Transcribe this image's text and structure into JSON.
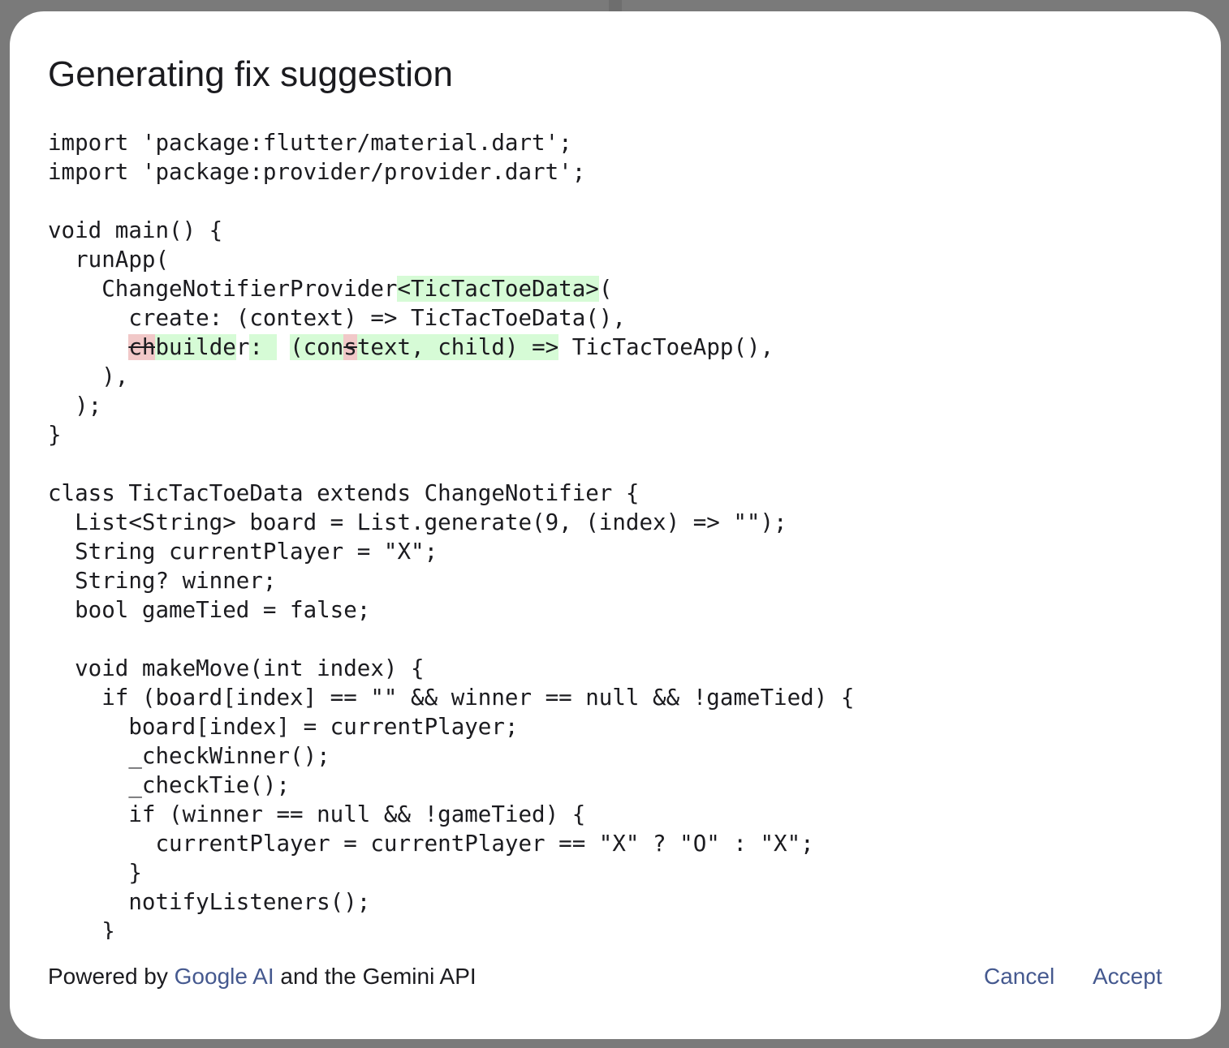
{
  "dialog": {
    "title": "Generating fix suggestion",
    "code_lines": [
      [
        {
          "t": "import 'package:flutter/material.dart';"
        }
      ],
      [
        {
          "t": "import 'package:provider/provider.dart';"
        }
      ],
      [
        {
          "t": ""
        }
      ],
      [
        {
          "t": "void main() {"
        }
      ],
      [
        {
          "t": "  runApp("
        }
      ],
      [
        {
          "t": "    ChangeNotifierProvider"
        },
        {
          "t": "<TicTacToeData>",
          "k": "ins"
        },
        {
          "t": "("
        }
      ],
      [
        {
          "t": "      create: (context) => TicTacToeData(),"
        }
      ],
      [
        {
          "t": "      "
        },
        {
          "t": "ch",
          "k": "del"
        },
        {
          "t": "builde",
          "k": "ins"
        },
        {
          "t": "r"
        },
        {
          "t": ": ",
          "k": "ins"
        },
        {
          "t": " "
        },
        {
          "t": "(con",
          "k": "ins"
        },
        {
          "t": "s",
          "k": "del"
        },
        {
          "t": "text, child) =>",
          "k": "ins"
        },
        {
          "t": " TicTacToeApp(),"
        }
      ],
      [
        {
          "t": "    ),"
        }
      ],
      [
        {
          "t": "  );"
        }
      ],
      [
        {
          "t": "}"
        }
      ],
      [
        {
          "t": ""
        }
      ],
      [
        {
          "t": "class TicTacToeData extends ChangeNotifier {"
        }
      ],
      [
        {
          "t": "  List<String> board = List.generate(9, (index) => \"\");"
        }
      ],
      [
        {
          "t": "  String currentPlayer = \"X\";"
        }
      ],
      [
        {
          "t": "  String? winner;"
        }
      ],
      [
        {
          "t": "  bool gameTied = false;"
        }
      ],
      [
        {
          "t": ""
        }
      ],
      [
        {
          "t": "  void makeMove(int index) {"
        }
      ],
      [
        {
          "t": "    if (board[index] == \"\" && winner == null && !gameTied) {"
        }
      ],
      [
        {
          "t": "      board[index] = currentPlayer;"
        }
      ],
      [
        {
          "t": "      _checkWinner();"
        }
      ],
      [
        {
          "t": "      _checkTie();"
        }
      ],
      [
        {
          "t": "      if (winner == null && !gameTied) {"
        }
      ],
      [
        {
          "t": "        currentPlayer = currentPlayer == \"X\" ? \"O\" : \"X\";"
        }
      ],
      [
        {
          "t": "      }"
        }
      ],
      [
        {
          "t": "      notifyListeners();"
        }
      ],
      [
        {
          "t": "    }"
        }
      ]
    ]
  },
  "footer": {
    "prefix": "Powered by ",
    "link_label": "Google AI",
    "suffix": " and the Gemini API"
  },
  "actions": {
    "cancel_label": "Cancel",
    "accept_label": "Accept"
  },
  "colors": {
    "scrim": "#7a7a7a",
    "surface": "#ffffff",
    "accent": "#45598f",
    "insert_highlight": "#d6fbd6",
    "delete_highlight": "#f1c8c8"
  }
}
